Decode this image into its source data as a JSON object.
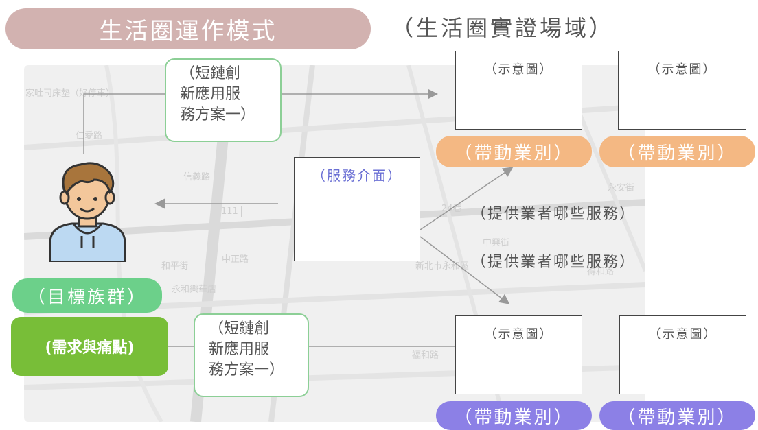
{
  "header": {
    "title": "生活圈運作模式",
    "subtitle": "（生活圈實證場域）"
  },
  "map_labels": [
    "家吐司床墊（好停車）",
    "仁愛路",
    "信義路",
    "中興街",
    "中正路",
    "和平街",
    "永和樂華店",
    "永安街",
    "新北市永和區",
    "福和路",
    "得和路",
    "24巷",
    "111"
  ],
  "cases": {
    "top": "（短鏈創\n新應用服\n務方案一）",
    "bottom": "（短鏈創\n新應用服\n務方案一）"
  },
  "service_interface": "（服務介面）",
  "service_labels": [
    "（提供業者哪些服務）",
    "（提供業者哪些服務）"
  ],
  "target_group": "（目標族群）",
  "needs": "(需求與痛點)",
  "screens": [
    {
      "label": "（示意圖）",
      "tag": "（帶動業別）"
    },
    {
      "label": "（示意圖）",
      "tag": "（帶動業別）"
    },
    {
      "label": "（示意圖）",
      "tag": "（帶動業別）"
    },
    {
      "label": "（示意圖）",
      "tag": "（帶動業別）"
    }
  ],
  "colors": {
    "title_pill": "#d2b2b0",
    "orange_tag": "#f4b883",
    "purple_tag": "#8c80e6",
    "green_tag": "#6cd08a",
    "needs_tag": "#78be38",
    "service_text": "#6a6fd4"
  }
}
